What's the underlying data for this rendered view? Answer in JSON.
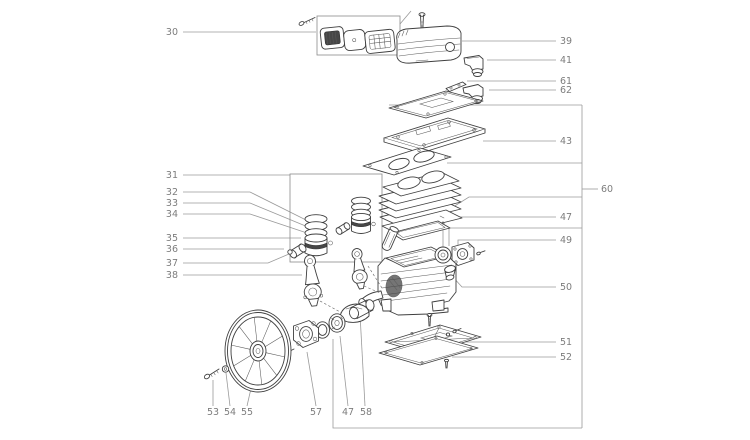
{
  "figure": {
    "kind": "exploded-parts-diagram",
    "subject": "air compressor pump assembly",
    "background": "#ffffff",
    "line_color": "#3f3f3f",
    "leader_color": "#9a9a9a",
    "label_color": "#7d7d7d"
  },
  "callouts": [
    {
      "label": "30"
    },
    {
      "label": "31"
    },
    {
      "label": "32"
    },
    {
      "label": "33"
    },
    {
      "label": "34"
    },
    {
      "label": "35"
    },
    {
      "label": "36"
    },
    {
      "label": "37"
    },
    {
      "label": "38"
    },
    {
      "label": "53"
    },
    {
      "label": "54"
    },
    {
      "label": "55"
    },
    {
      "label": "57"
    },
    {
      "label": "47"
    },
    {
      "label": "58"
    },
    {
      "label": "39"
    },
    {
      "label": "41"
    },
    {
      "label": "61"
    },
    {
      "label": "62"
    },
    {
      "label": "43"
    },
    {
      "label": "60"
    },
    {
      "label": "47"
    },
    {
      "label": "49"
    },
    {
      "label": "50"
    },
    {
      "label": "51"
    },
    {
      "label": "52"
    }
  ]
}
